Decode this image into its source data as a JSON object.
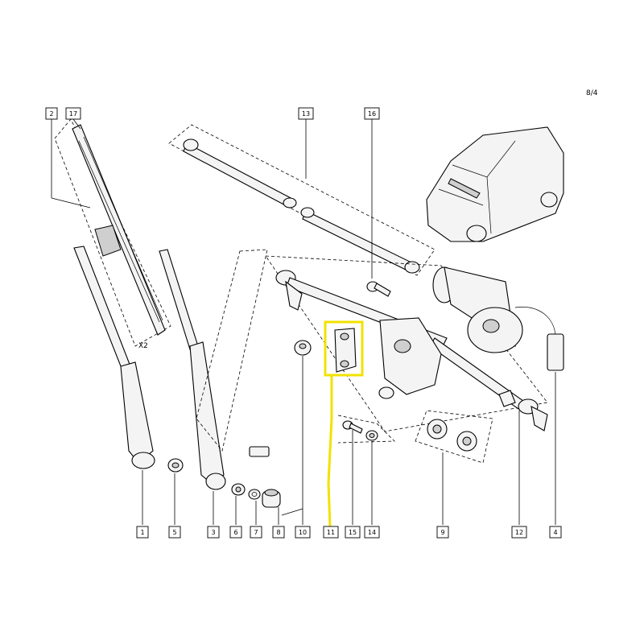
{
  "callouts": [
    "1",
    "2",
    "3",
    "4",
    "5",
    "6",
    "7",
    "8",
    "9",
    "10",
    "11",
    "12",
    "13",
    "14",
    "15",
    "16",
    "17"
  ],
  "multiplier_label": "X2",
  "header_code": "8/4",
  "highlight_color": "#f2e200",
  "line_color": "#000000"
}
